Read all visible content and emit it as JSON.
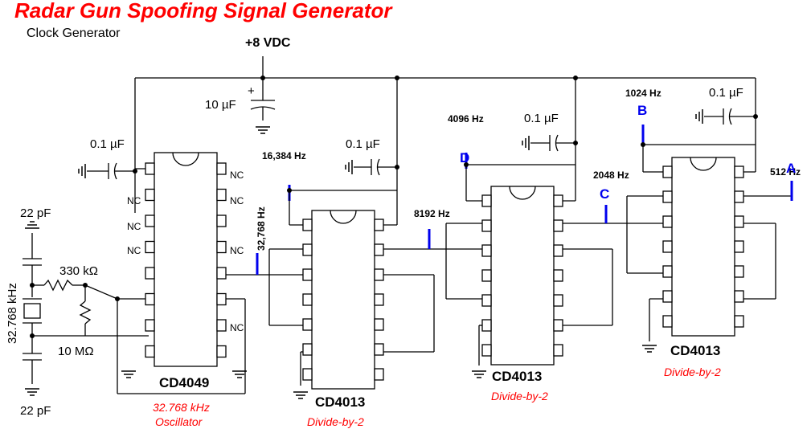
{
  "title": "Radar Gun Spoofing Signal Generator",
  "subtitle": "Clock Generator",
  "power": {
    "label": "+8 VDC",
    "cap_bulk": "10 µF"
  },
  "oscillator": {
    "crystal": "32.768 kHz",
    "cap_top": "22 pF",
    "cap_bottom": "22 pF",
    "r_series": "330 kΩ",
    "r_feedback": "10 MΩ",
    "bypass": "0.1 µF",
    "output_freq": "32,768 Hz"
  },
  "chips": [
    {
      "part": "CD4049",
      "function_line1": "32.768 kHz",
      "function_line2": "Oscillator",
      "bypass": "0.1 µF"
    },
    {
      "part": "CD4013",
      "function_line1": "Divide-by-2",
      "bypass": "0.1 µF",
      "freq_a": "16,384 Hz",
      "freq_b": "8192 Hz"
    },
    {
      "part": "CD4013",
      "function_line1": "Divide-by-2",
      "bypass": "0.1 µF",
      "freq_a": "4096 Hz",
      "freq_b": "2048 Hz"
    },
    {
      "part": "CD4013",
      "function_line1": "Divide-by-2",
      "bypass": "0.1 µF",
      "freq_a": "1024 Hz",
      "freq_b": "512 Hz"
    }
  ],
  "taps": [
    {
      "letter": "A",
      "freq": "512 Hz"
    },
    {
      "letter": "B",
      "freq": "1024 Hz"
    },
    {
      "letter": "C",
      "freq": "2048 Hz"
    },
    {
      "letter": "D",
      "freq": "4096 Hz"
    }
  ],
  "nc_label": "NC",
  "colors": {
    "title": "#ff0000",
    "tap": "#0000ee",
    "wire": "#000000"
  }
}
